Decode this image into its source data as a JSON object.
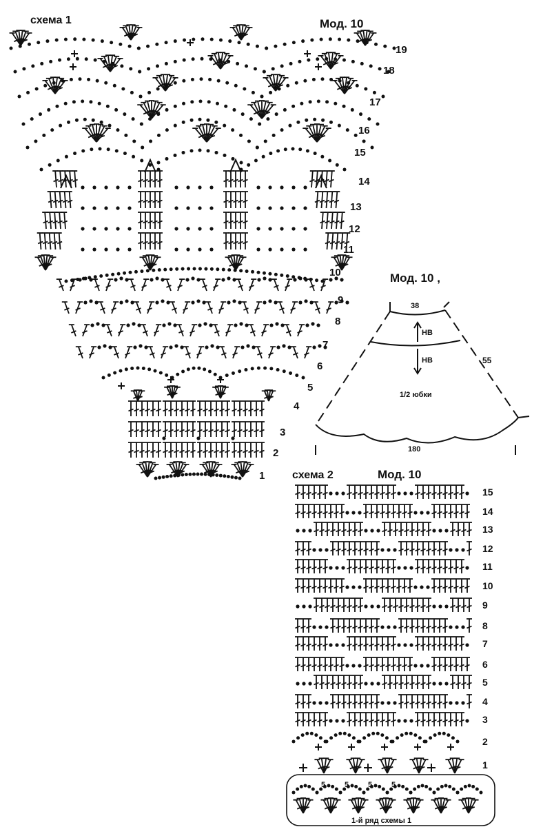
{
  "scheme1": {
    "title": "схема 1",
    "model": "Мод. 10",
    "rows": [
      "1",
      "2",
      "3",
      "4",
      "5",
      "6",
      "7",
      "8",
      "9",
      "10",
      "11",
      "12",
      "13",
      "14",
      "15",
      "16",
      "17",
      "18",
      "19"
    ]
  },
  "skirt": {
    "model": "Мод. 10 ,",
    "waist": "38",
    "band": "НВ",
    "body_dir": "НВ",
    "side": "55",
    "caption": "1/2 юбки",
    "hem": "180"
  },
  "scheme2": {
    "title": "схема 2",
    "model": "Мод. 10",
    "rows": [
      "1",
      "2",
      "3",
      "4",
      "5",
      "6",
      "7",
      "8",
      "9",
      "10",
      "11",
      "12",
      "13",
      "14",
      "15"
    ],
    "five": "5",
    "footer": "1-й ряд схемы 1"
  },
  "colors": {
    "ink": "#111111",
    "paper": "#ffffff"
  }
}
